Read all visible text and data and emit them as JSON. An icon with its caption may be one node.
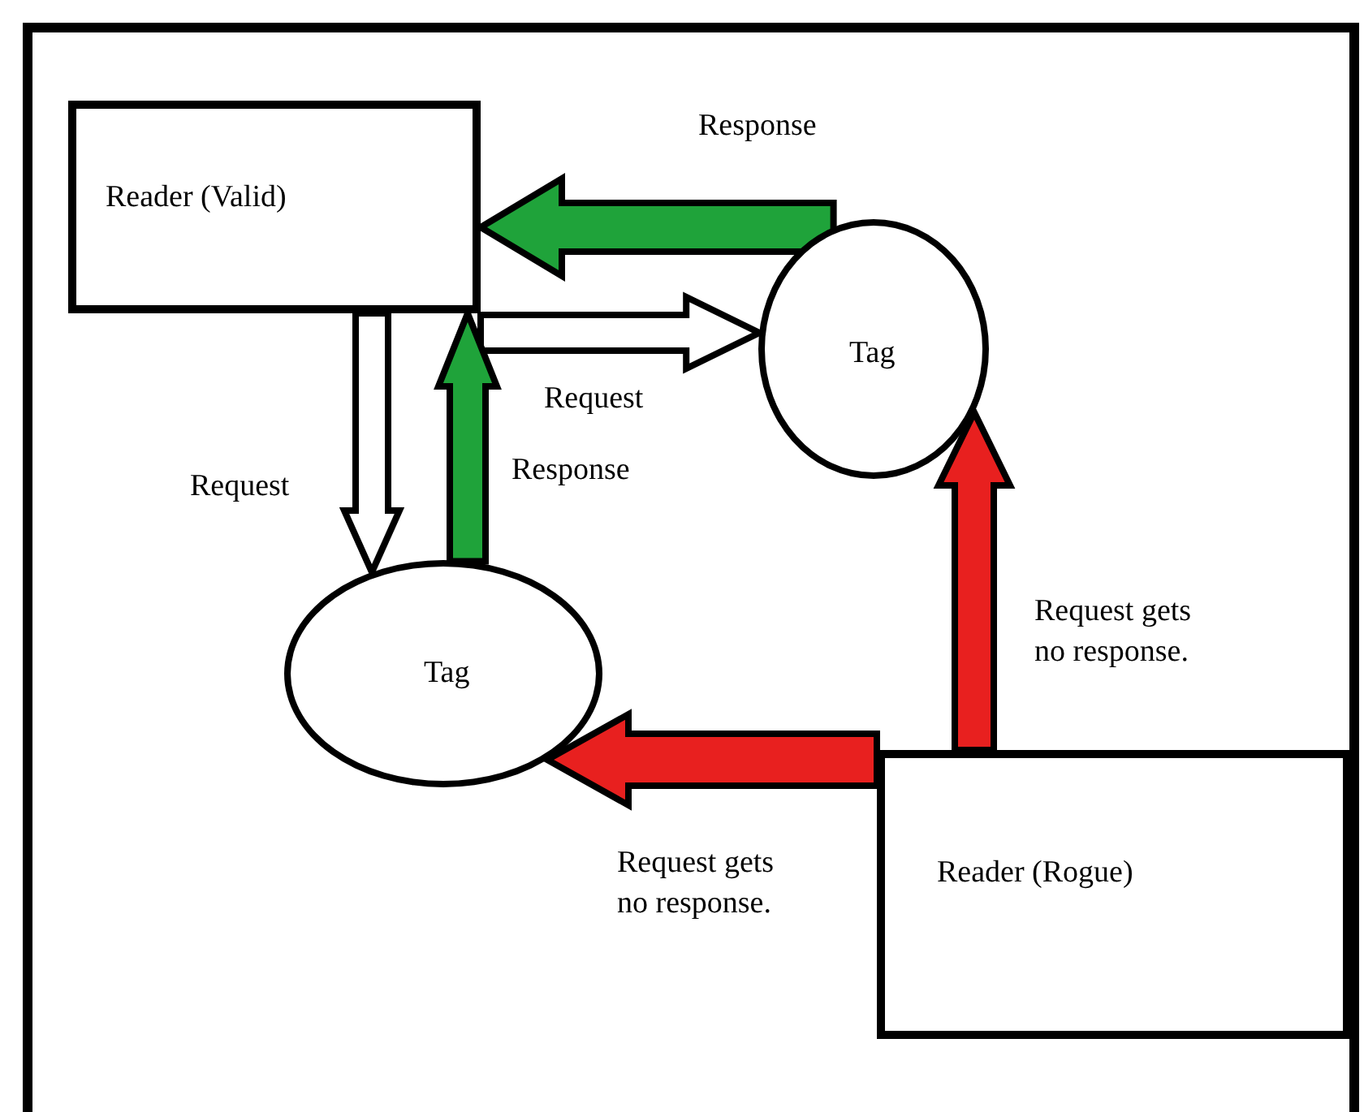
{
  "diagram": {
    "nodes": [
      {
        "text": [
          "Reader (Valid)"
        ]
      },
      {
        "text": [
          "Tag"
        ]
      },
      {
        "text": [
          "Tag"
        ]
      },
      {
        "text": [
          "Reader (Rogue)"
        ]
      }
    ],
    "edges": [
      {
        "from": 1,
        "to": 0,
        "arrow": "to",
        "label": "Response",
        "style": "thick",
        "color": "#1fa33a"
      },
      {
        "from": 0,
        "to": 1,
        "arrow": "to",
        "label": "Request",
        "style": "thick"
      },
      {
        "from": 0,
        "to": 2,
        "arrow": "to",
        "label": "Request",
        "style": "thick"
      },
      {
        "from": 2,
        "to": 0,
        "arrow": "to",
        "label": "Response",
        "style": "thick",
        "color": "#1fa33a"
      },
      {
        "from": 3,
        "to": 1,
        "arrow": "to",
        "label": "Request gets no response.",
        "style": "thick",
        "color": "#e8201f"
      },
      {
        "from": 3,
        "to": 2,
        "arrow": "to",
        "label": "Request gets no response.",
        "style": "thick",
        "color": "#e8201f"
      }
    ]
  }
}
